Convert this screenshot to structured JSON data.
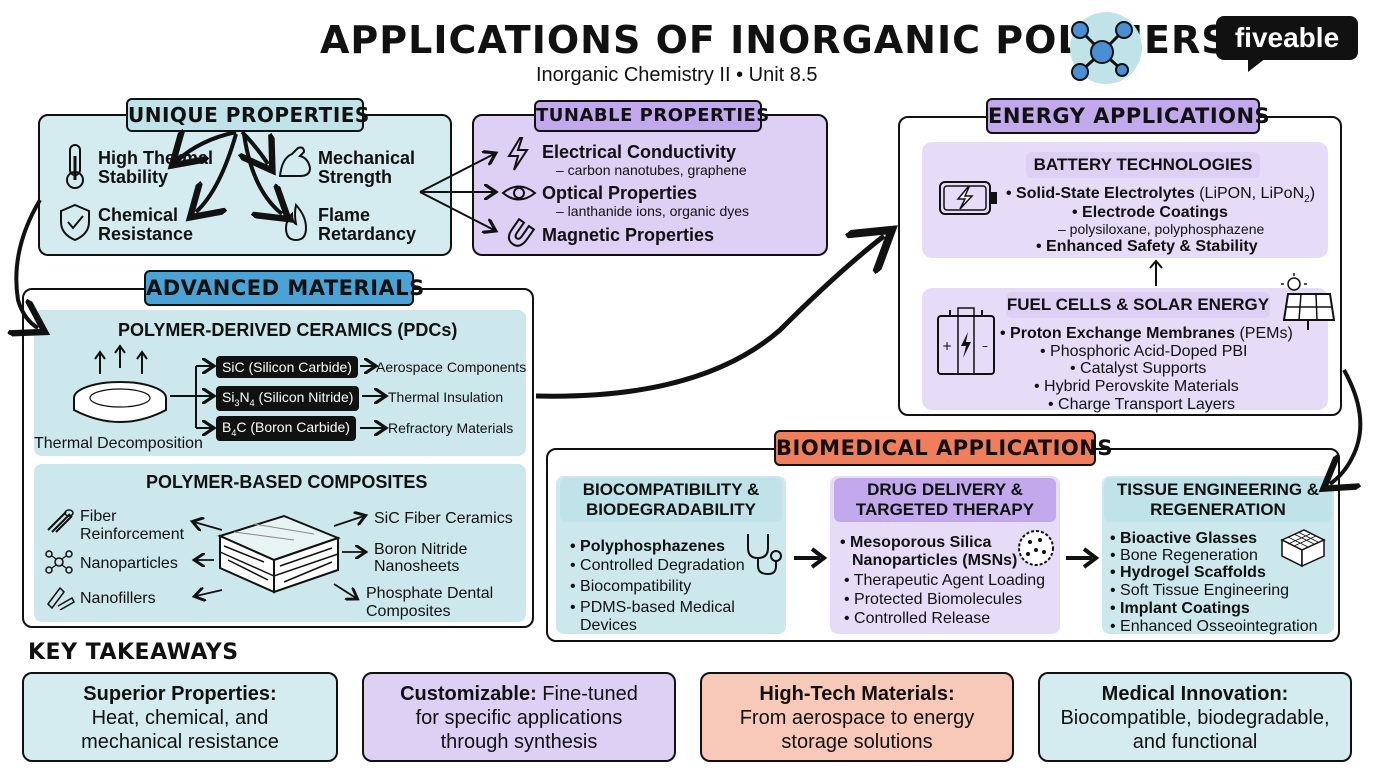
{
  "header": {
    "title": "APPLICATIONS OF INORGANIC POLYMERS",
    "subtitle": "Inorganic Chemistry II • Unit 8.5",
    "logo": "fiveable"
  },
  "unique": {
    "tag": "UNIQUE PROPERTIES",
    "thermal": [
      "High Thermal",
      "Stability"
    ],
    "mechanical": [
      "Mechanical",
      "Strength"
    ],
    "chemical": [
      "Chemical",
      "Resistance"
    ],
    "flame": [
      "Flame",
      "Retardancy"
    ]
  },
  "tunable": {
    "tag": "TUNABLE PROPERTIES",
    "electrical": "Electrical Conductivity",
    "electrical_sub": "– carbon nanotubes, graphene",
    "optical": "Optical Properties",
    "optical_sub": "– lanthanide ions, organic dyes",
    "magnetic": "Magnetic Properties"
  },
  "energy": {
    "tag": "ENERGY APPLICATIONS",
    "battery_head": "BATTERY TECHNOLOGIES",
    "battery_1a": "• Solid-State Electrolytes",
    "battery_1b": " (LiPON, LiPoN",
    "battery_1sub": "2",
    "battery_1c": ")",
    "battery_2": "• Electrode Coatings",
    "battery_2sub": "– polysiloxane, polyphosphazene",
    "battery_3": "• Enhanced Safety & Stability",
    "fuel_head": "FUEL CELLS & SOLAR ENERGY",
    "fuel_1a": "• Proton Exchange Membranes",
    "fuel_1b": " (PEMs)",
    "fuel_2": "• Phosphoric Acid-Doped PBI",
    "fuel_3": "• Catalyst Supports",
    "fuel_4": "• Hybrid Perovskite Materials",
    "fuel_5": "• Charge Transport Layers"
  },
  "advanced": {
    "tag": "ADVANCED MATERIALS",
    "pdc_head": "POLYMER-DERIVED CERAMICS (PDCs)",
    "decomp": "Thermal Decomposition",
    "sic": "SiC (Silicon Carbide)",
    "sic_use": "Aerospace Components",
    "si3n4_a": "Si",
    "si3n4_s1": "3",
    "si3n4_b": "N",
    "si3n4_s2": "4",
    "si3n4_c": " (Silicon Nitride)",
    "si3n4_use": "Thermal Insulation",
    "b4c_a": "B",
    "b4c_s": "4",
    "b4c_b": "C (Boron Carbide)",
    "b4c_use": "Refractory Materials",
    "comp_head": "POLYMER-BASED COMPOSITES",
    "fiber": [
      "Fiber",
      "Reinforcement"
    ],
    "nanoparticles": "Nanoparticles",
    "nanofillers": "Nanofillers",
    "sic_fiber": "SiC Fiber Ceramics",
    "bn": [
      "Boron Nitride",
      "Nanosheets"
    ],
    "phosphate": [
      "Phosphate Dental",
      "Composites"
    ]
  },
  "biomedical": {
    "tag": "BIOMEDICAL APPLICATIONS",
    "col1_head": [
      "BIOCOMPATIBILITY &",
      "BIODEGRADABILITY"
    ],
    "col1_items": [
      "• Polyphosphazenes",
      "• Controlled Degradation",
      "• Biocompatibility",
      "• PDMS-based Medical",
      "Devices"
    ],
    "col2_head": [
      "DRUG DELIVERY &",
      "TARGETED THERAPY"
    ],
    "col2_items": [
      "• Mesoporous Silica",
      "Nanoparticles (MSNs)",
      "• Therapeutic Agent Loading",
      "• Protected Biomolecules",
      "• Controlled Release"
    ],
    "col3_head": [
      "TISSUE ENGINEERING &",
      "REGENERATION"
    ],
    "col3_items": [
      "• Bioactive Glasses",
      "• Bone Regeneration",
      "• Hydrogel Scaffolds",
      "• Soft Tissue Engineering",
      "• Implant Coatings",
      "• Enhanced Osseointegration"
    ]
  },
  "takeaways": {
    "heading": "KEY TAKEAWAYS",
    "t1_bold": "Superior Properties:",
    "t1_rest": [
      "Heat, chemical, and",
      "mechanical resistance"
    ],
    "t2_bold": "Customizable:",
    "t2_rest1": " Fine-tuned",
    "t2_rest": [
      "for specific applications",
      "through synthesis"
    ],
    "t3_bold": "High-Tech Materials:",
    "t3_rest": [
      "From aerospace to energy",
      "storage solutions"
    ],
    "t4_bold": "Medical Innovation:",
    "t4_rest": [
      "Biocompatible, biodegradable,",
      "and functional"
    ]
  },
  "colors": {
    "teal": "#d4ecef",
    "purple": "#ddd0f4",
    "coral": "#f07d5c",
    "blue": "#4aa3d4"
  }
}
